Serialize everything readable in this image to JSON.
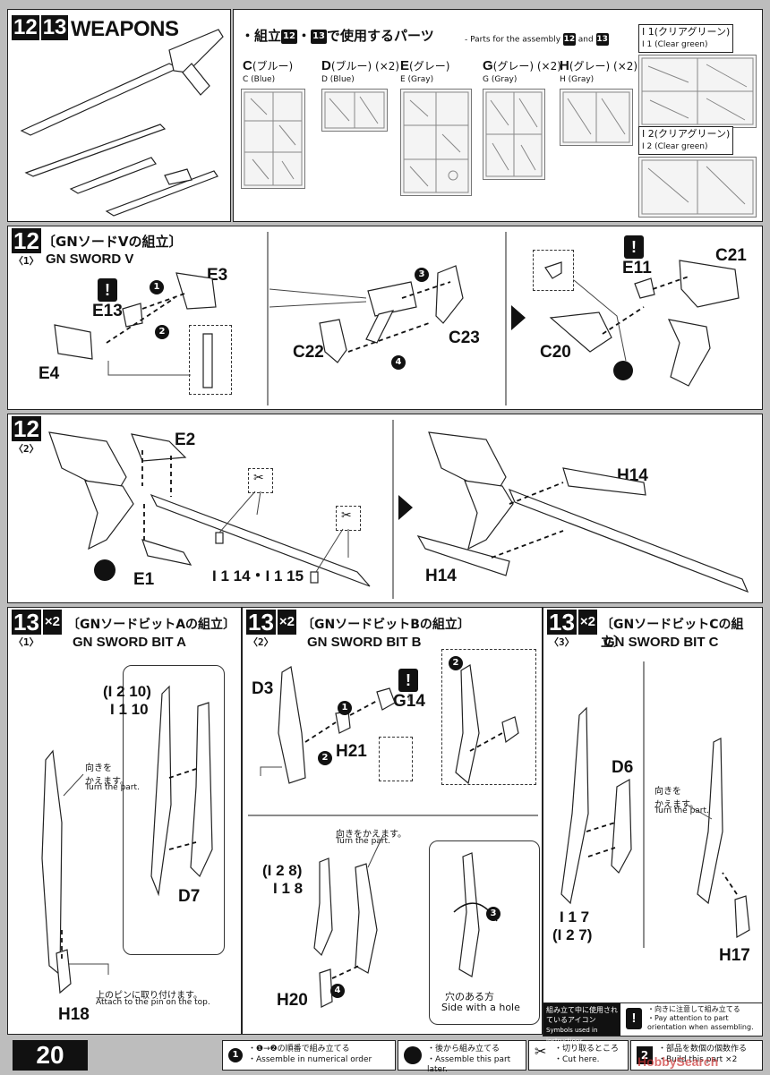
{
  "header": {
    "steps": [
      "12",
      "13"
    ],
    "title": "WEAPONS",
    "parts_jp_pre": "・組立",
    "parts_jp_a": "12",
    "parts_jp_mid": "・",
    "parts_jp_b": "13",
    "parts_jp_post": "で使用するパーツ",
    "parts_en_pre": "- Parts for the assembly",
    "parts_en_a": "12",
    "parts_en_mid": "and",
    "parts_en_b": "13"
  },
  "runners": [
    {
      "letter": "C",
      "jp": "(ブルー)",
      "en": "C (Blue)",
      "count": ""
    },
    {
      "letter": "D",
      "jp": "(ブルー)",
      "en": "D (Blue)",
      "count": "(×2)"
    },
    {
      "letter": "E",
      "jp": "(グレー)",
      "en": "E (Gray)",
      "count": ""
    },
    {
      "letter": "G",
      "jp": "(グレー)",
      "en": "G (Gray)",
      "count": "(×2)"
    },
    {
      "letter": "H",
      "jp": "(グレー)",
      "en": "H (Gray)",
      "count": "(×2)"
    }
  ],
  "clear_runners": [
    {
      "code": "I 1",
      "jp": "(クリアグリーン)",
      "en": "I 1 (Clear green)"
    },
    {
      "code": "I 2",
      "jp": "(クリアグリーン)",
      "en": "I 2 (Clear green)"
    }
  ],
  "step12_1": {
    "num": "12",
    "sub": "〈1〉",
    "jp": "〔GNソードVの組立〕",
    "en": "GN SWORD V",
    "labels": {
      "e13": "E13",
      "e3": "E3",
      "e4": "E4",
      "c22": "C22",
      "c23": "C23",
      "e11": "E11",
      "c21": "C21",
      "c20": "C20"
    },
    "seq": [
      "1",
      "2",
      "3",
      "4"
    ]
  },
  "step12_2": {
    "num": "12",
    "sub": "〈2〉",
    "labels": {
      "e2": "E2",
      "e1": "E1",
      "i1": "I 1 14・I 1 15",
      "h14a": "H14",
      "h14b": "H14"
    }
  },
  "step13_1": {
    "num": "13",
    "mult": "×2",
    "sub": "〈1〉",
    "jp": "〔GNソードビットAの組立〕",
    "en": "GN SWORD BIT A",
    "labels": {
      "i2_10": "(I 2 10)",
      "i1_10": "I 1 10",
      "d7": "D7",
      "h18": "H18"
    },
    "turn_jp": "向きを\nかえます。",
    "turn_en": "Turn the part.",
    "pin_jp": "上のピンに取り付けます。",
    "pin_en": "Attach to the pin on the top."
  },
  "step13_2": {
    "num": "13",
    "mult": "×2",
    "sub": "〈2〉",
    "jp": "〔GNソードビットBの組立〕",
    "en": "GN SWORD BIT B",
    "labels": {
      "d3": "D3",
      "g14": "G14",
      "h21": "H21",
      "i2_8": "(I 2 8)",
      "i1_8": "I 1 8",
      "h20": "H20"
    },
    "turn_jp": "向きをかえます。",
    "turn_en": "Turn the part.",
    "hole_jp": "穴のある方",
    "hole_en": "Side with a hole"
  },
  "step13_3": {
    "num": "13",
    "mult": "×2",
    "sub": "〈3〉",
    "jp": "〔GNソードビットCの組立〕",
    "en": "GN SWORD BIT C",
    "labels": {
      "d6": "D6",
      "i1_7": "I 1 7",
      "i2_7": "(I 2 7)",
      "h17": "H17"
    },
    "turn_jp": "向きを\nかえます。",
    "turn_en": "Turn the part."
  },
  "footer": {
    "page": "20",
    "order_jp": "・❶→❷の順番で組み立てる",
    "order_en": "・Assemble in numerical order",
    "later_jp": "・後から組み立てる",
    "later_en": "・Assemble this part later.",
    "cut_jp": "・切り取るところ",
    "cut_en": "・Cut here.",
    "num_jp": "・部品を数個の個数作る",
    "num_en": "・Build this part ×2",
    "icons_jp": "組み立て中に使用されているアイコン",
    "icons_en": "Symbols used in instructions",
    "caution_jp": "・向きに注意して組み立てる",
    "caution_en": "・Pay attention to part orientation when assembling.",
    "watermark": "HobbySearch"
  }
}
